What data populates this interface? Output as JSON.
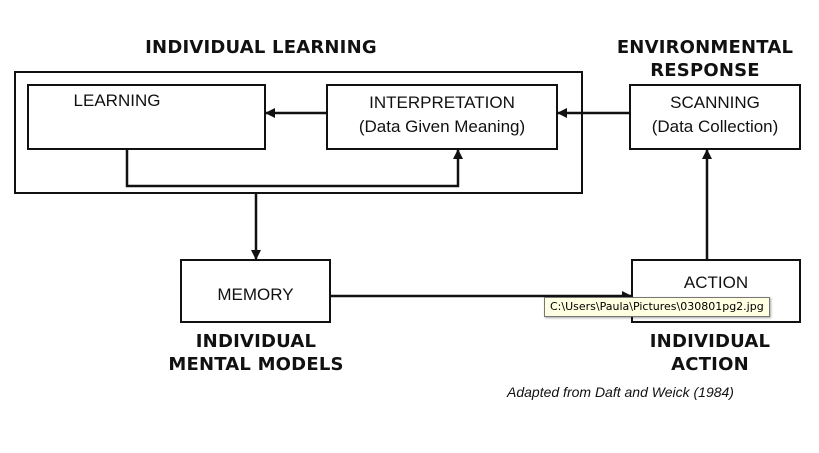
{
  "diagram": {
    "headings": {
      "individual_learning": "INDIVIDUAL LEARNING",
      "environmental_response_line1": "ENVIRONMENTAL",
      "environmental_response_line2": "RESPONSE",
      "individual_mental_models_line1": "INDIVIDUAL",
      "individual_mental_models_line2": "MENTAL MODELS",
      "individual_action_line1": "INDIVIDUAL",
      "individual_action_line2": "ACTION"
    },
    "boxes": {
      "learning": "LEARNING",
      "interpretation_line1": "INTERPRETATION",
      "interpretation_line2": "(Data Given Meaning)",
      "scanning_line1": "SCANNING",
      "scanning_line2": "(Data Collection)",
      "memory": "MEMORY",
      "action": "ACTION"
    },
    "credit": "Adapted from Daft and Weick (1984)"
  },
  "tooltip": {
    "path": "C:\\Users\\Paula\\Pictures\\030801pg2.jpg"
  }
}
